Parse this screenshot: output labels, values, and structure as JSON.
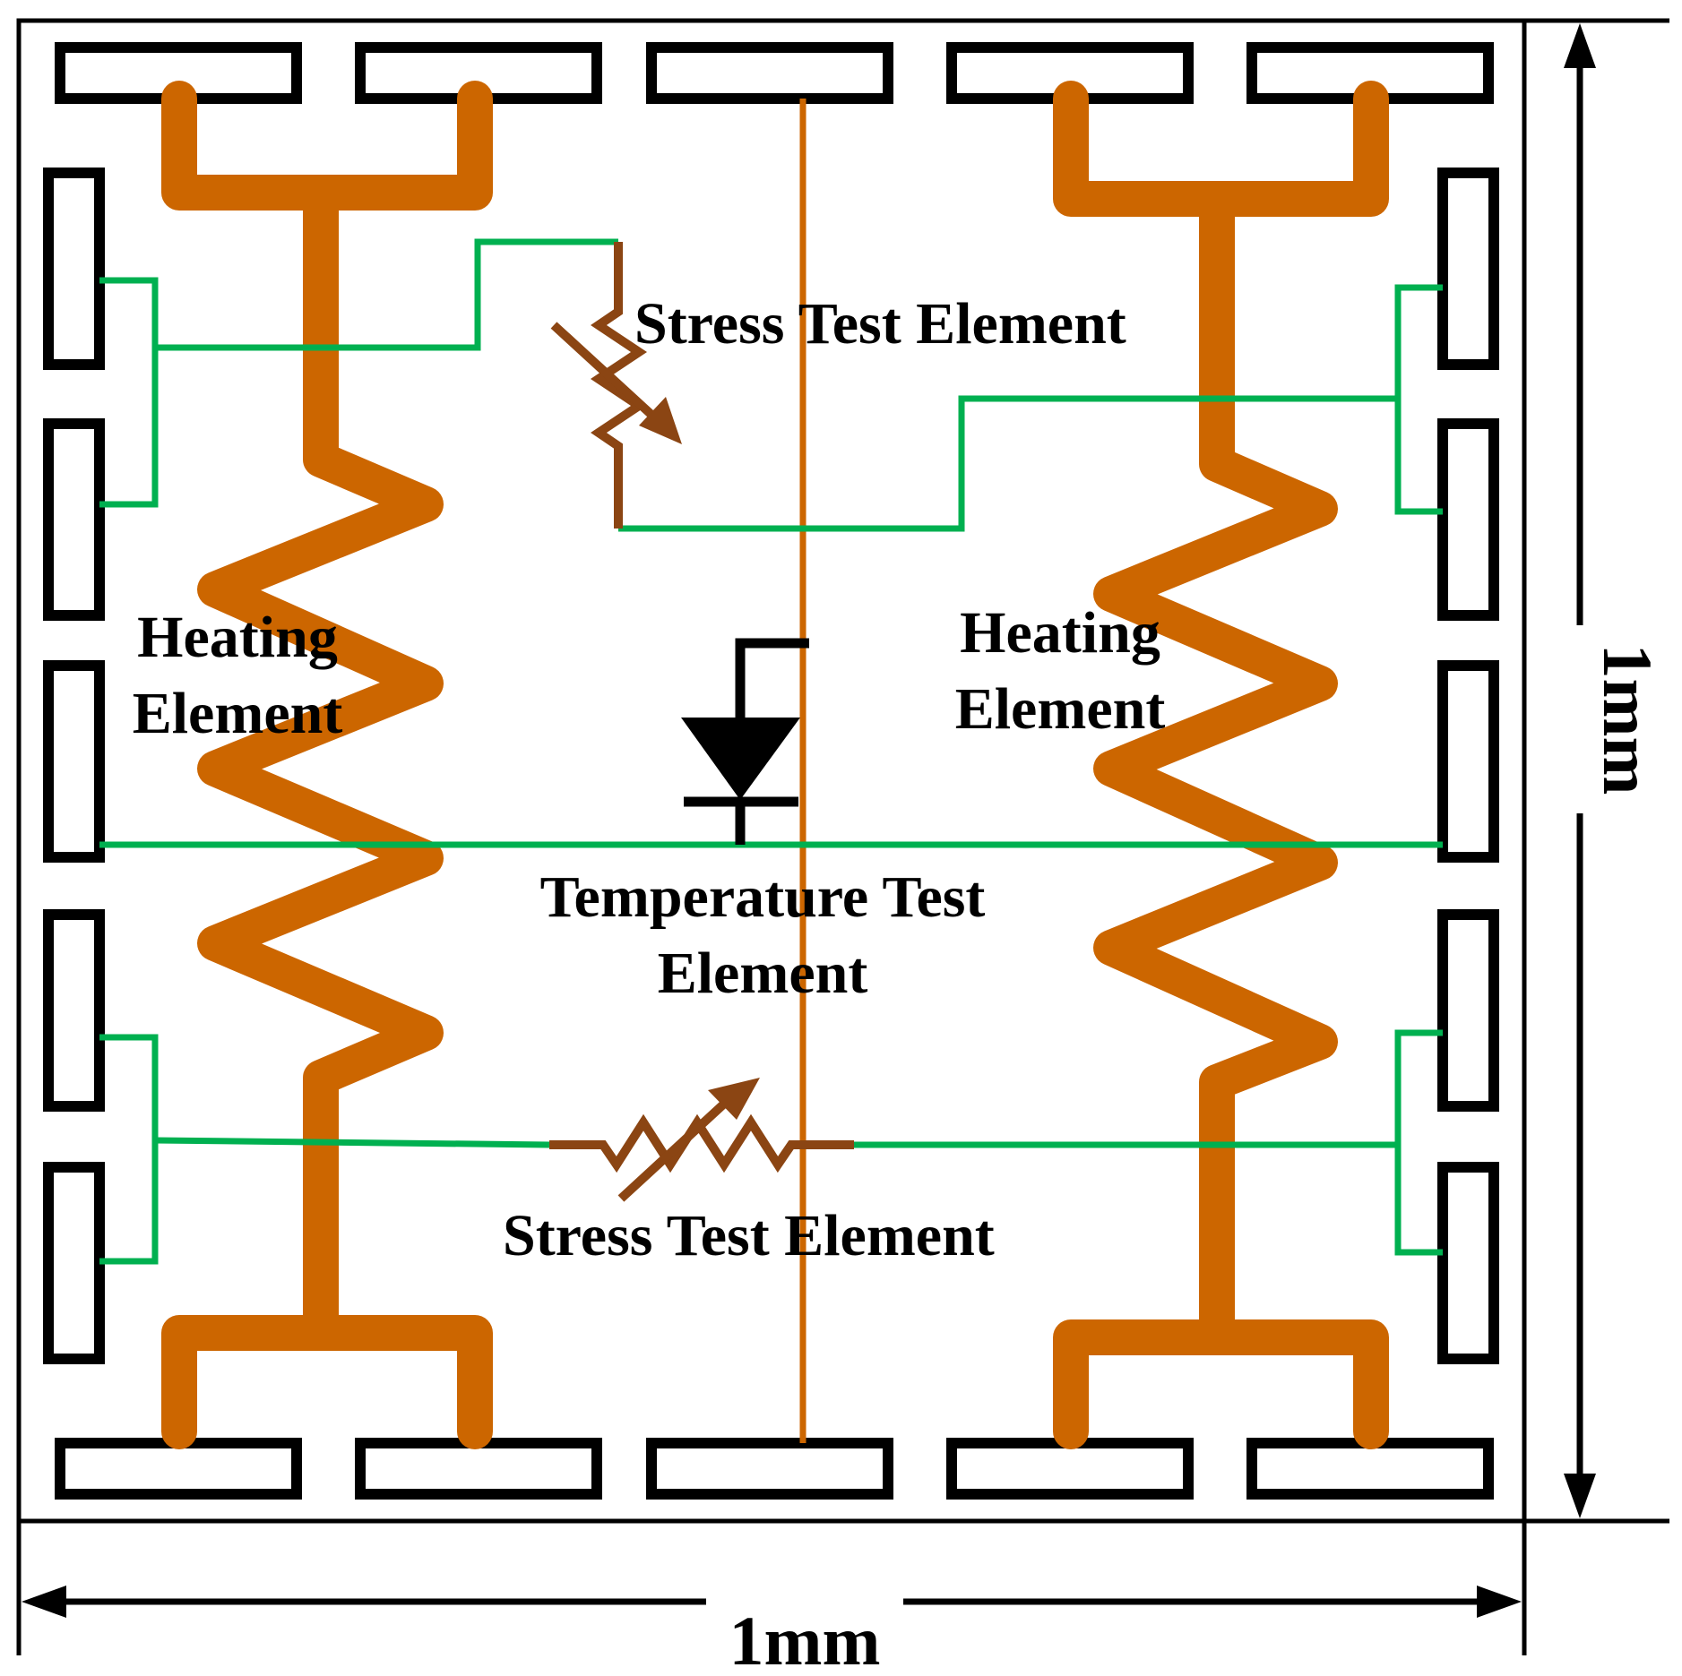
{
  "labels": {
    "stress_top": "Stress Test Element",
    "stress_bottom": "Stress Test Element",
    "heating_left_line1": "Heating",
    "heating_left_line2": "Element",
    "heating_right_line1": "Heating",
    "heating_right_line2": "Element",
    "temperature_line1": "Temperature Test",
    "temperature_line2": "Element"
  },
  "dimensions": {
    "width": "1mm",
    "height": "1mm"
  },
  "colors": {
    "heater": "#cc6600",
    "wire": "#00b050",
    "resistor": "#8b4513",
    "outline": "#000000",
    "background": "#ffffff"
  }
}
